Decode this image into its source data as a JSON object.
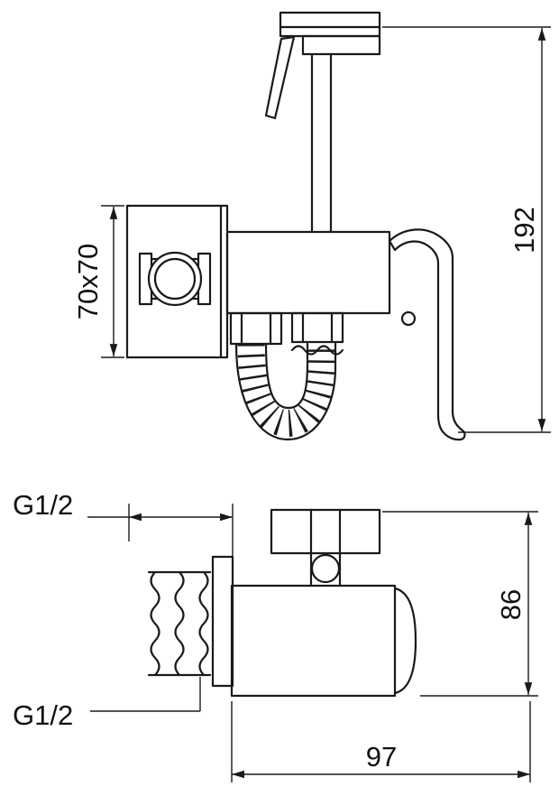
{
  "page": {
    "background": "#ffffff"
  },
  "drawing": {
    "line_color": "#1a1a1a",
    "dimensions": {
      "plate_size": "70x70",
      "overall_height": "192",
      "thread_top": "G1/2",
      "thread_bottom": "G1/2",
      "depth": "86",
      "width": "97"
    }
  }
}
